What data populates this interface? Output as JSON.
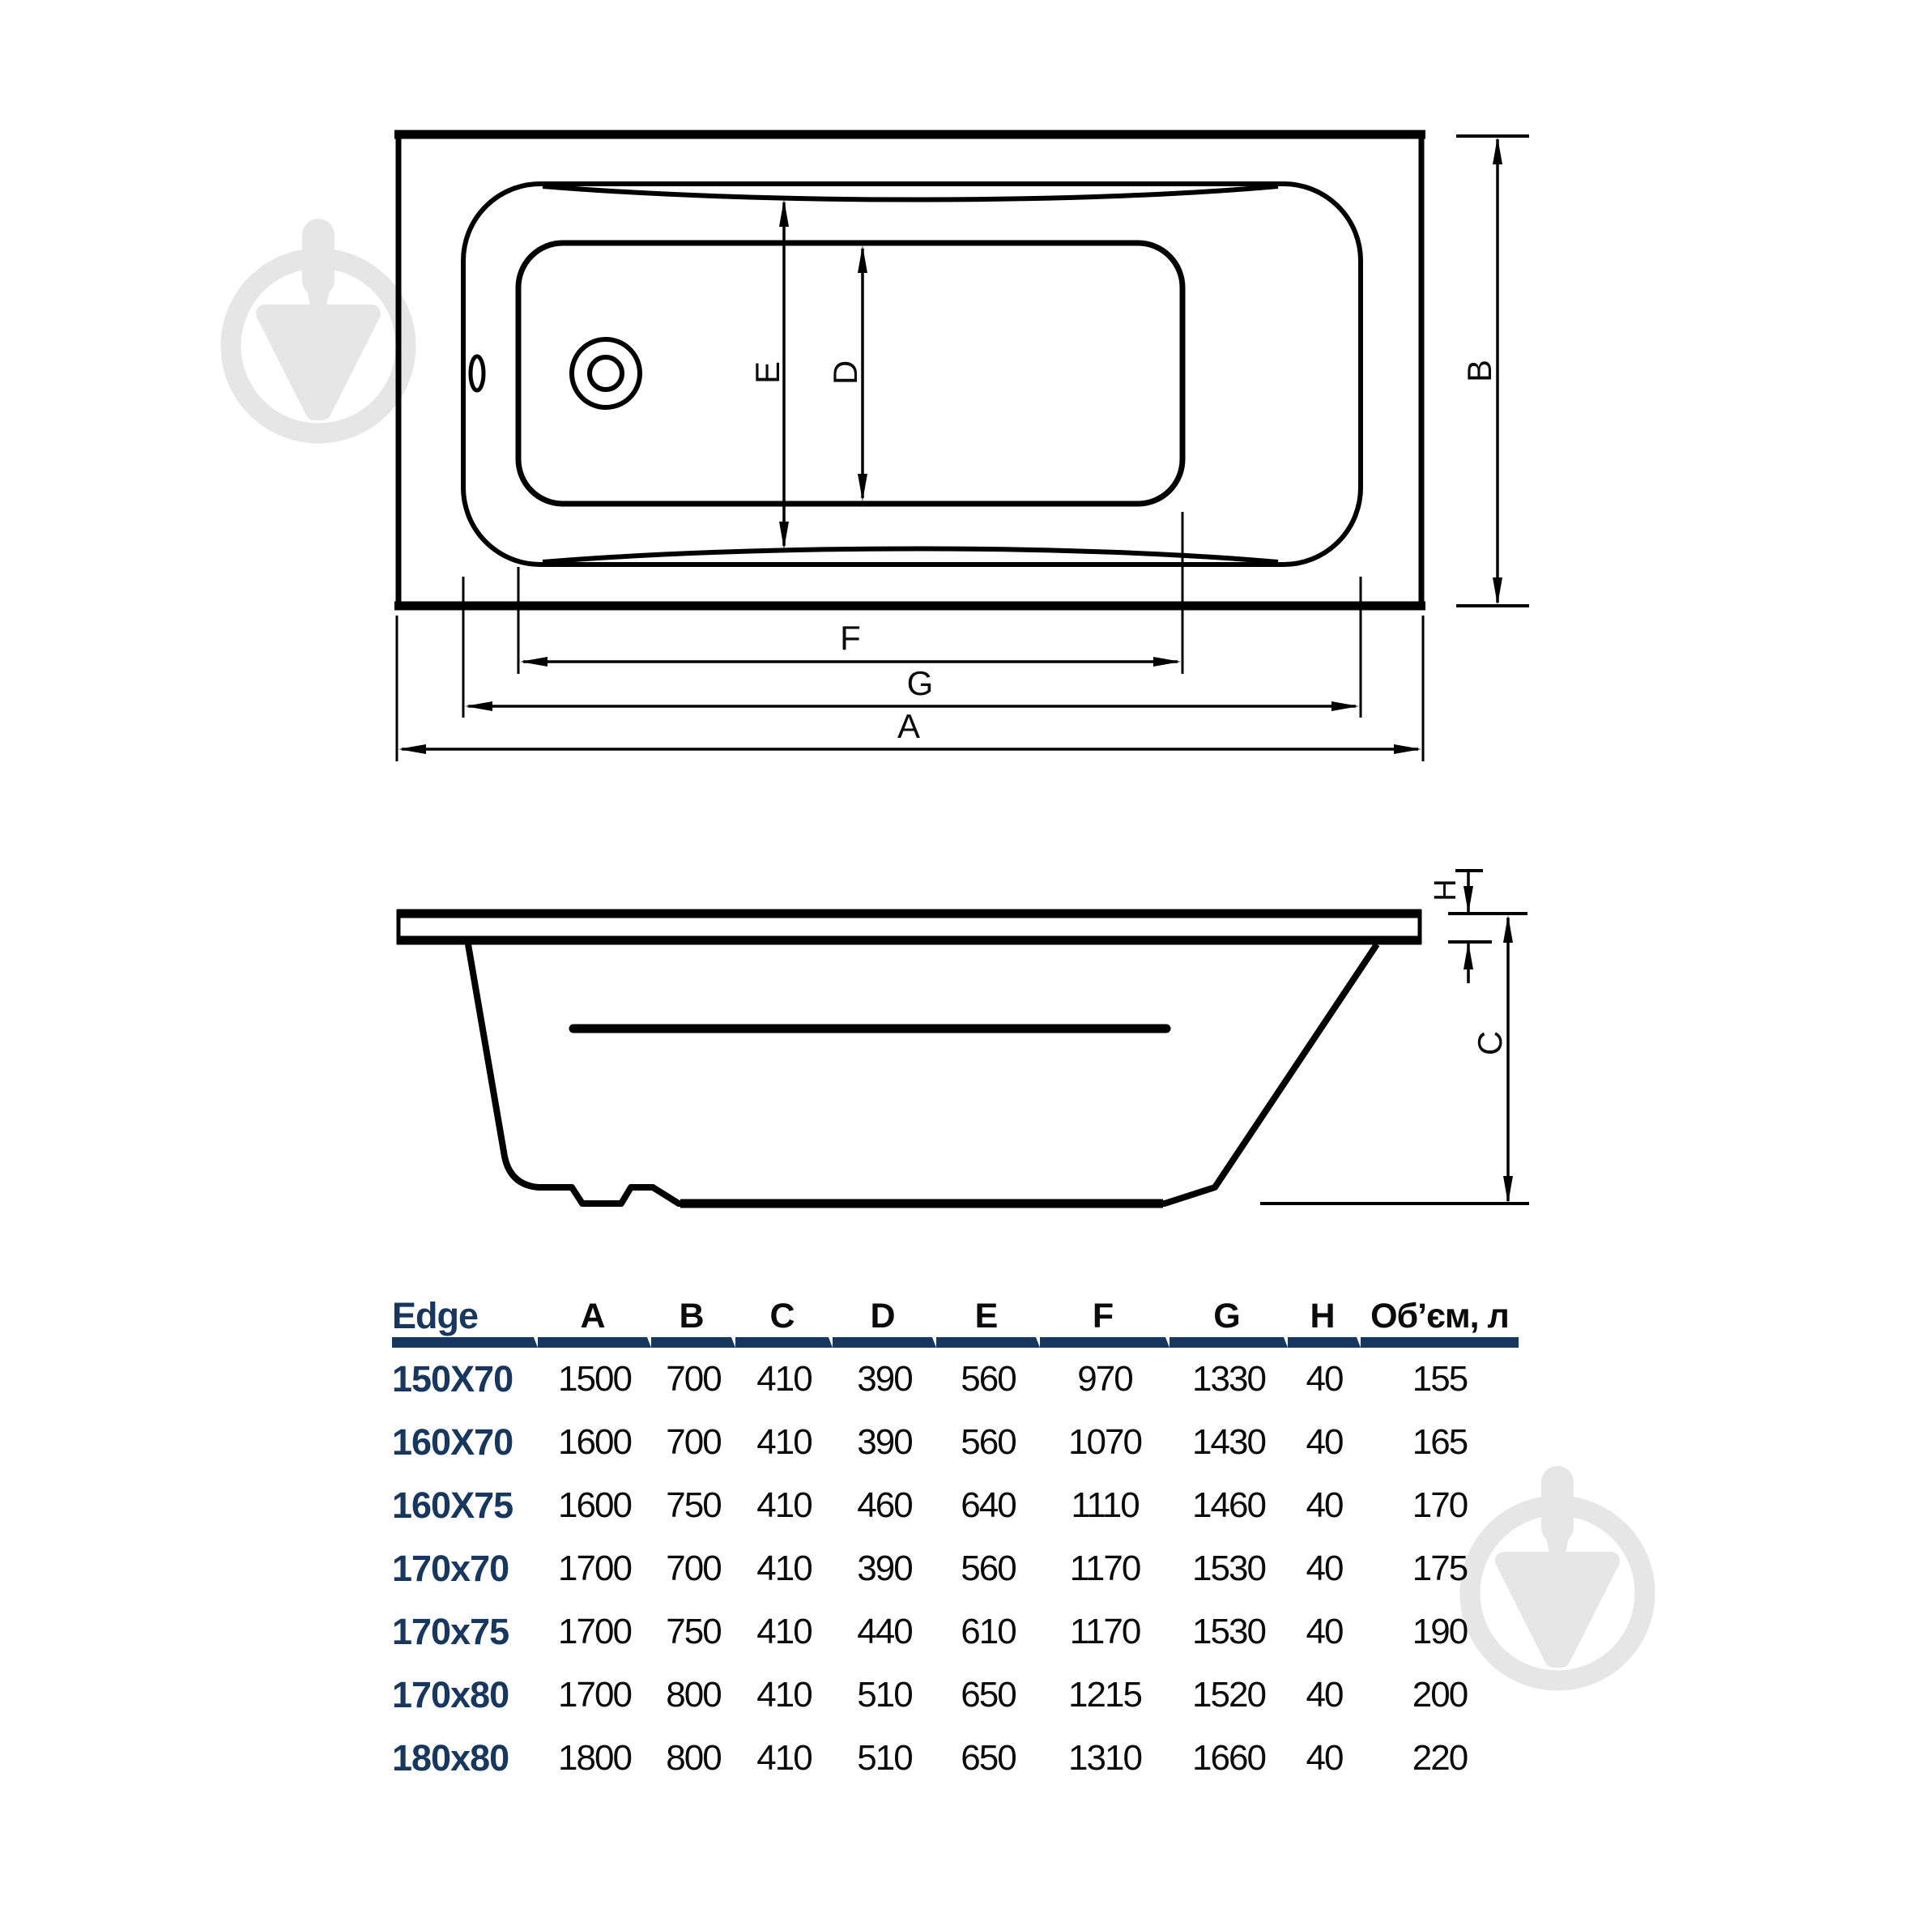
{
  "drawing": {
    "dim_labels": {
      "A": "A",
      "B": "B",
      "C": "C",
      "D": "D",
      "E": "E",
      "F": "F",
      "G": "G",
      "H": "H"
    }
  },
  "table": {
    "product": "Edge",
    "columns": [
      "A",
      "B",
      "C",
      "D",
      "E",
      "F",
      "G",
      "H",
      "Об’єм, л"
    ],
    "rows": [
      {
        "label": "150X70",
        "values": [
          "1500",
          "700",
          "410",
          "390",
          "560",
          "970",
          "1330",
          "40",
          "155"
        ]
      },
      {
        "label": "160X70",
        "values": [
          "1600",
          "700",
          "410",
          "390",
          "560",
          "1070",
          "1430",
          "40",
          "165"
        ]
      },
      {
        "label": "160X75",
        "values": [
          "1600",
          "750",
          "410",
          "460",
          "640",
          "1110",
          "1460",
          "40",
          "170"
        ]
      },
      {
        "label": "170x70",
        "values": [
          "1700",
          "700",
          "410",
          "390",
          "560",
          "1170",
          "1530",
          "40",
          "175"
        ]
      },
      {
        "label": "170x75",
        "values": [
          "1700",
          "750",
          "410",
          "440",
          "610",
          "1170",
          "1530",
          "40",
          "190"
        ]
      },
      {
        "label": "170x80",
        "values": [
          "1700",
          "800",
          "410",
          "510",
          "650",
          "1215",
          "1520",
          "40",
          "200"
        ]
      },
      {
        "label": "180x80",
        "values": [
          "1800",
          "800",
          "410",
          "510",
          "650",
          "1310",
          "1660",
          "40",
          "220"
        ]
      }
    ],
    "accent_color": "#17375e"
  }
}
